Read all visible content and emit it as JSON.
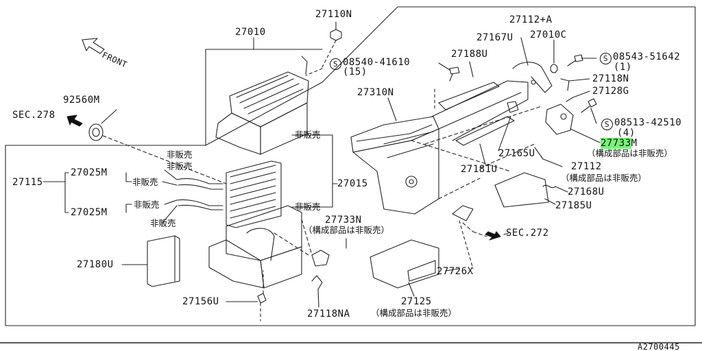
{
  "diagram": {
    "labels": {
      "p27110N": "27110N",
      "p27010": "27010",
      "p27112A": "27112+A",
      "p27167U": "27167U",
      "p27010C": "27010C",
      "p27188U": "27188U",
      "s08540": "08540-41610",
      "s08540q": "(15)",
      "s08543": "08543-51642",
      "s08543q": "(1)",
      "p27118N": "27118N",
      "p27128G": "27128G",
      "p27310N": "27310N",
      "s08513": "08513-42510",
      "s08513q": "(4)",
      "p92560M": "92560M",
      "sec278": "SEC.278",
      "front": "FRONT",
      "p27733M_pre": "27733",
      "p27733M_suf": "M",
      "p27733M_note": "（構成部品は非販売）",
      "p27165U": "27165U",
      "p27181U": "27181U",
      "p27112": "27112",
      "p27112_note": "（構成部品は非販売）",
      "p27115": "27115",
      "p27025M_a": "27025M",
      "p27025M_b": "27025M",
      "p27015": "27015",
      "p27168U": "27168U",
      "p27185U": "27185U",
      "p27733N": "27733N",
      "p27733N_note": "（構成部品は非販売）",
      "sec272": "SEC.272",
      "p27180U": "27180U",
      "p27726X": "27726X",
      "p27156U": "27156U",
      "p27125": "27125",
      "p27125_note": "（構成部品は非販売）",
      "p27118NA": "27118NA",
      "ns1": "非販売",
      "ns2": "非販売",
      "ns3": "非販売",
      "ns4": "非販売",
      "ns5": "非販売",
      "ns6": "非販売",
      "ns7": "非販売",
      "ref": "A2700445"
    },
    "symbol_s": "S",
    "highlight_color": "#7cf07c"
  }
}
